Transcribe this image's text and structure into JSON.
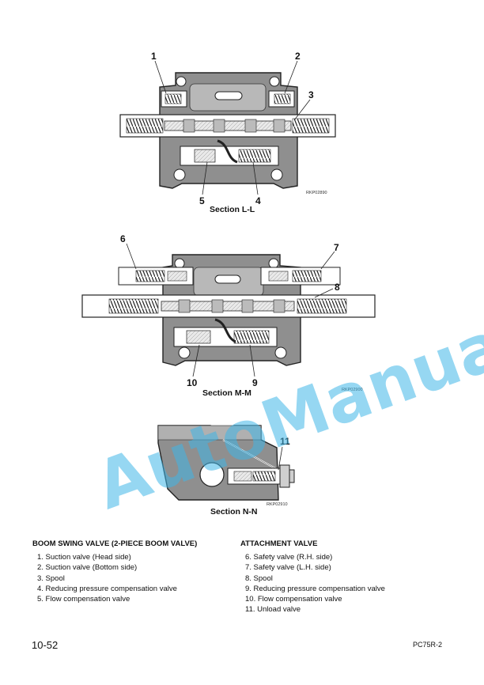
{
  "figures": {
    "section_ll": {
      "caption": "Section L-L",
      "ref": "RKP02890",
      "callouts": [
        "1",
        "2",
        "3",
        "4",
        "5"
      ]
    },
    "section_mm": {
      "caption": "Section M-M",
      "ref": "RKP02900",
      "callouts": [
        "6",
        "7",
        "8",
        "9",
        "10"
      ]
    },
    "section_nn": {
      "caption": "Section N-N",
      "ref": "RKP02910",
      "callouts": [
        "11"
      ]
    }
  },
  "watermark": "AutoManual",
  "legend_left": {
    "heading": "BOOM SWING VALVE (2-PIECE BOOM VALVE)",
    "items": [
      "1.  Suction valve (Head side)",
      "2.  Suction valve (Bottom side)",
      "3.  Spool",
      "4.  Reducing pressure compensation valve",
      "5.  Flow compensation valve"
    ]
  },
  "legend_right": {
    "heading": "ATTACHMENT VALVE",
    "items": [
      "6.  Safety valve (R.H. side)",
      "7.  Safety valve (L.H. side)",
      "8.  Spool",
      "9.  Reducing pressure compensation valve",
      "10.  Flow compensation valve",
      "11.  Unload valve"
    ]
  },
  "footer": {
    "page": "10-52",
    "model": "PC75R-2"
  }
}
